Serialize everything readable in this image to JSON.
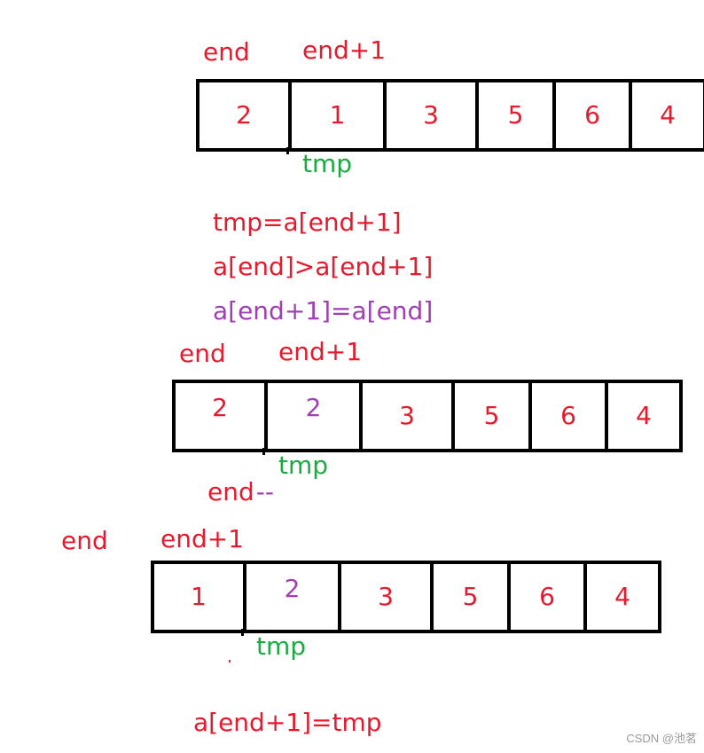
{
  "colors": {
    "red": "#e8192c",
    "green": "#1aab40",
    "purple": "#a03fb4",
    "border": "#000000"
  },
  "step1": {
    "end_label": "end",
    "endp1_label": "end+1",
    "cells": [
      "2",
      "1",
      "3",
      "5",
      "6",
      "4"
    ],
    "tmp_label": "tmp"
  },
  "code1": {
    "line1": "tmp=a[end+1]",
    "line2": "a[end]>a[end+1]",
    "line3": "a[end+1]=a[end]"
  },
  "step2": {
    "end_label": "end",
    "endp1_label": "end+1",
    "cells": [
      "2",
      "2",
      "3",
      "5",
      "6",
      "4"
    ],
    "tmp_label": "tmp",
    "dec_end": "end",
    "dec_op": "--"
  },
  "step3": {
    "end_label": "end",
    "endp1_label": "end+1",
    "cells": [
      "1",
      "2",
      "3",
      "5",
      "6",
      "4"
    ],
    "tmp_label": "tmp"
  },
  "code2": {
    "line1": "a[end+1]=tmp"
  },
  "watermark": "CSDN @池茗"
}
